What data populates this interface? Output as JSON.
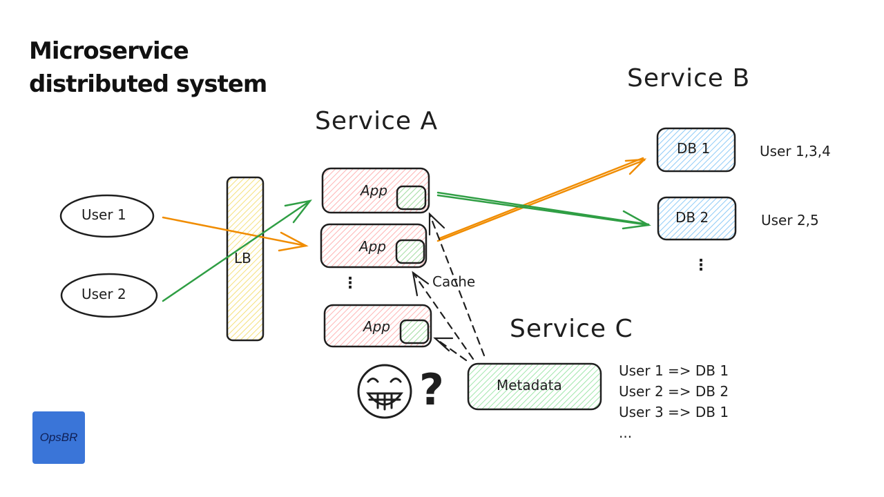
{
  "title": {
    "line1": "Microservice",
    "line2": "distributed system"
  },
  "services": {
    "a": {
      "label": "Service A",
      "app_label": "App",
      "ellipsis": "⋮"
    },
    "b": {
      "label": "Service B",
      "db1": "DB 1",
      "db2": "DB 2",
      "ellipsis": "⋮",
      "db1_users": "User 1,3,4",
      "db2_users": "User 2,5"
    },
    "c": {
      "label": "Service C",
      "metadata": "Metadata",
      "cache_label": "Cache",
      "mappings": [
        "User 1 => DB 1",
        "User 2 => DB 2",
        "User 3 => DB 1",
        "..."
      ]
    }
  },
  "users": {
    "user1": "User 1",
    "user2": "User 2"
  },
  "lb": {
    "label": "LB"
  },
  "question_mark": "?",
  "logo": {
    "text": "OpsBR"
  },
  "colors": {
    "orange": "#f08c00",
    "green": "#2f9e44",
    "app_fill": "#ffc9c9",
    "cache_fill": "#b2f2bb",
    "db_fill": "#a5d8ff",
    "lb_fill": "#ffec99",
    "stroke": "#1e1e1e",
    "logo_bg": "#3a75d8"
  }
}
